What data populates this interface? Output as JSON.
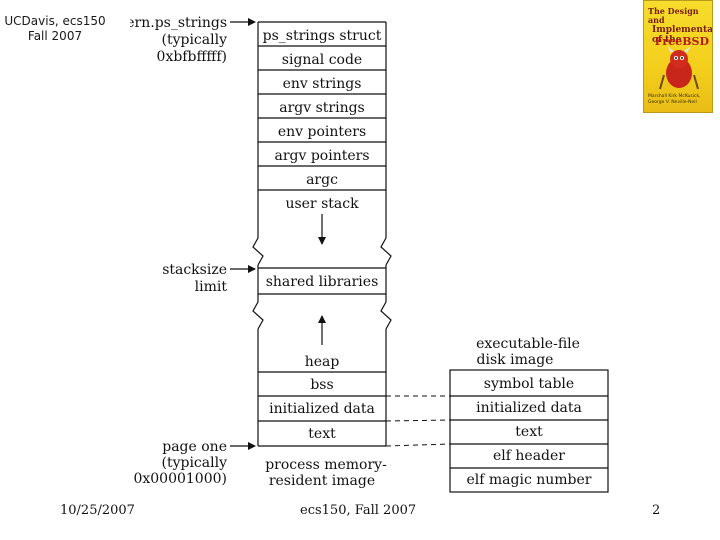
{
  "header": {
    "line1": "UCDavis, ecs150",
    "line2": "Fall 2007"
  },
  "footer": {
    "date": "10/25/2007",
    "course": "ecs150, Fall 2007",
    "page": "2"
  },
  "book": {
    "title_top": "The Design and",
    "title_mid": "Implementation of the",
    "title_os": "FreeBSD",
    "authors": "Marshall Kirk McKusick, George V. Neville-Neil"
  },
  "diagram": {
    "left_labels": {
      "kern_line1": "kern.ps_strings",
      "kern_line2": "(typically",
      "kern_line3": "0xbfbfffff)",
      "stack_line1": "stacksize",
      "stack_line2": "limit",
      "page_line1": "page one",
      "page_line2": "(typically",
      "page_line3": "0x00001000)"
    },
    "process_cells": {
      "ps_strings": "ps_strings struct",
      "signal_code": "signal code",
      "env_strings": "env strings",
      "argv_strings": "argv strings",
      "env_pointers": "env pointers",
      "argv_pointers": "argv pointers",
      "argc": "argc",
      "user_stack": "user stack",
      "shared_libraries": "shared libraries",
      "heap": "heap",
      "bss": "bss",
      "initialized_data": "initialized data",
      "text": "text"
    },
    "process_caption_1": "process memory-",
    "process_caption_2": "resident image",
    "exec_title_1": "executable-file",
    "exec_title_2": "disk image",
    "exec_cells": {
      "symbol_table": "symbol table",
      "initialized_data": "initialized data",
      "text": "text",
      "elf_header": "elf header",
      "elf_magic_number": "elf magic number"
    }
  }
}
